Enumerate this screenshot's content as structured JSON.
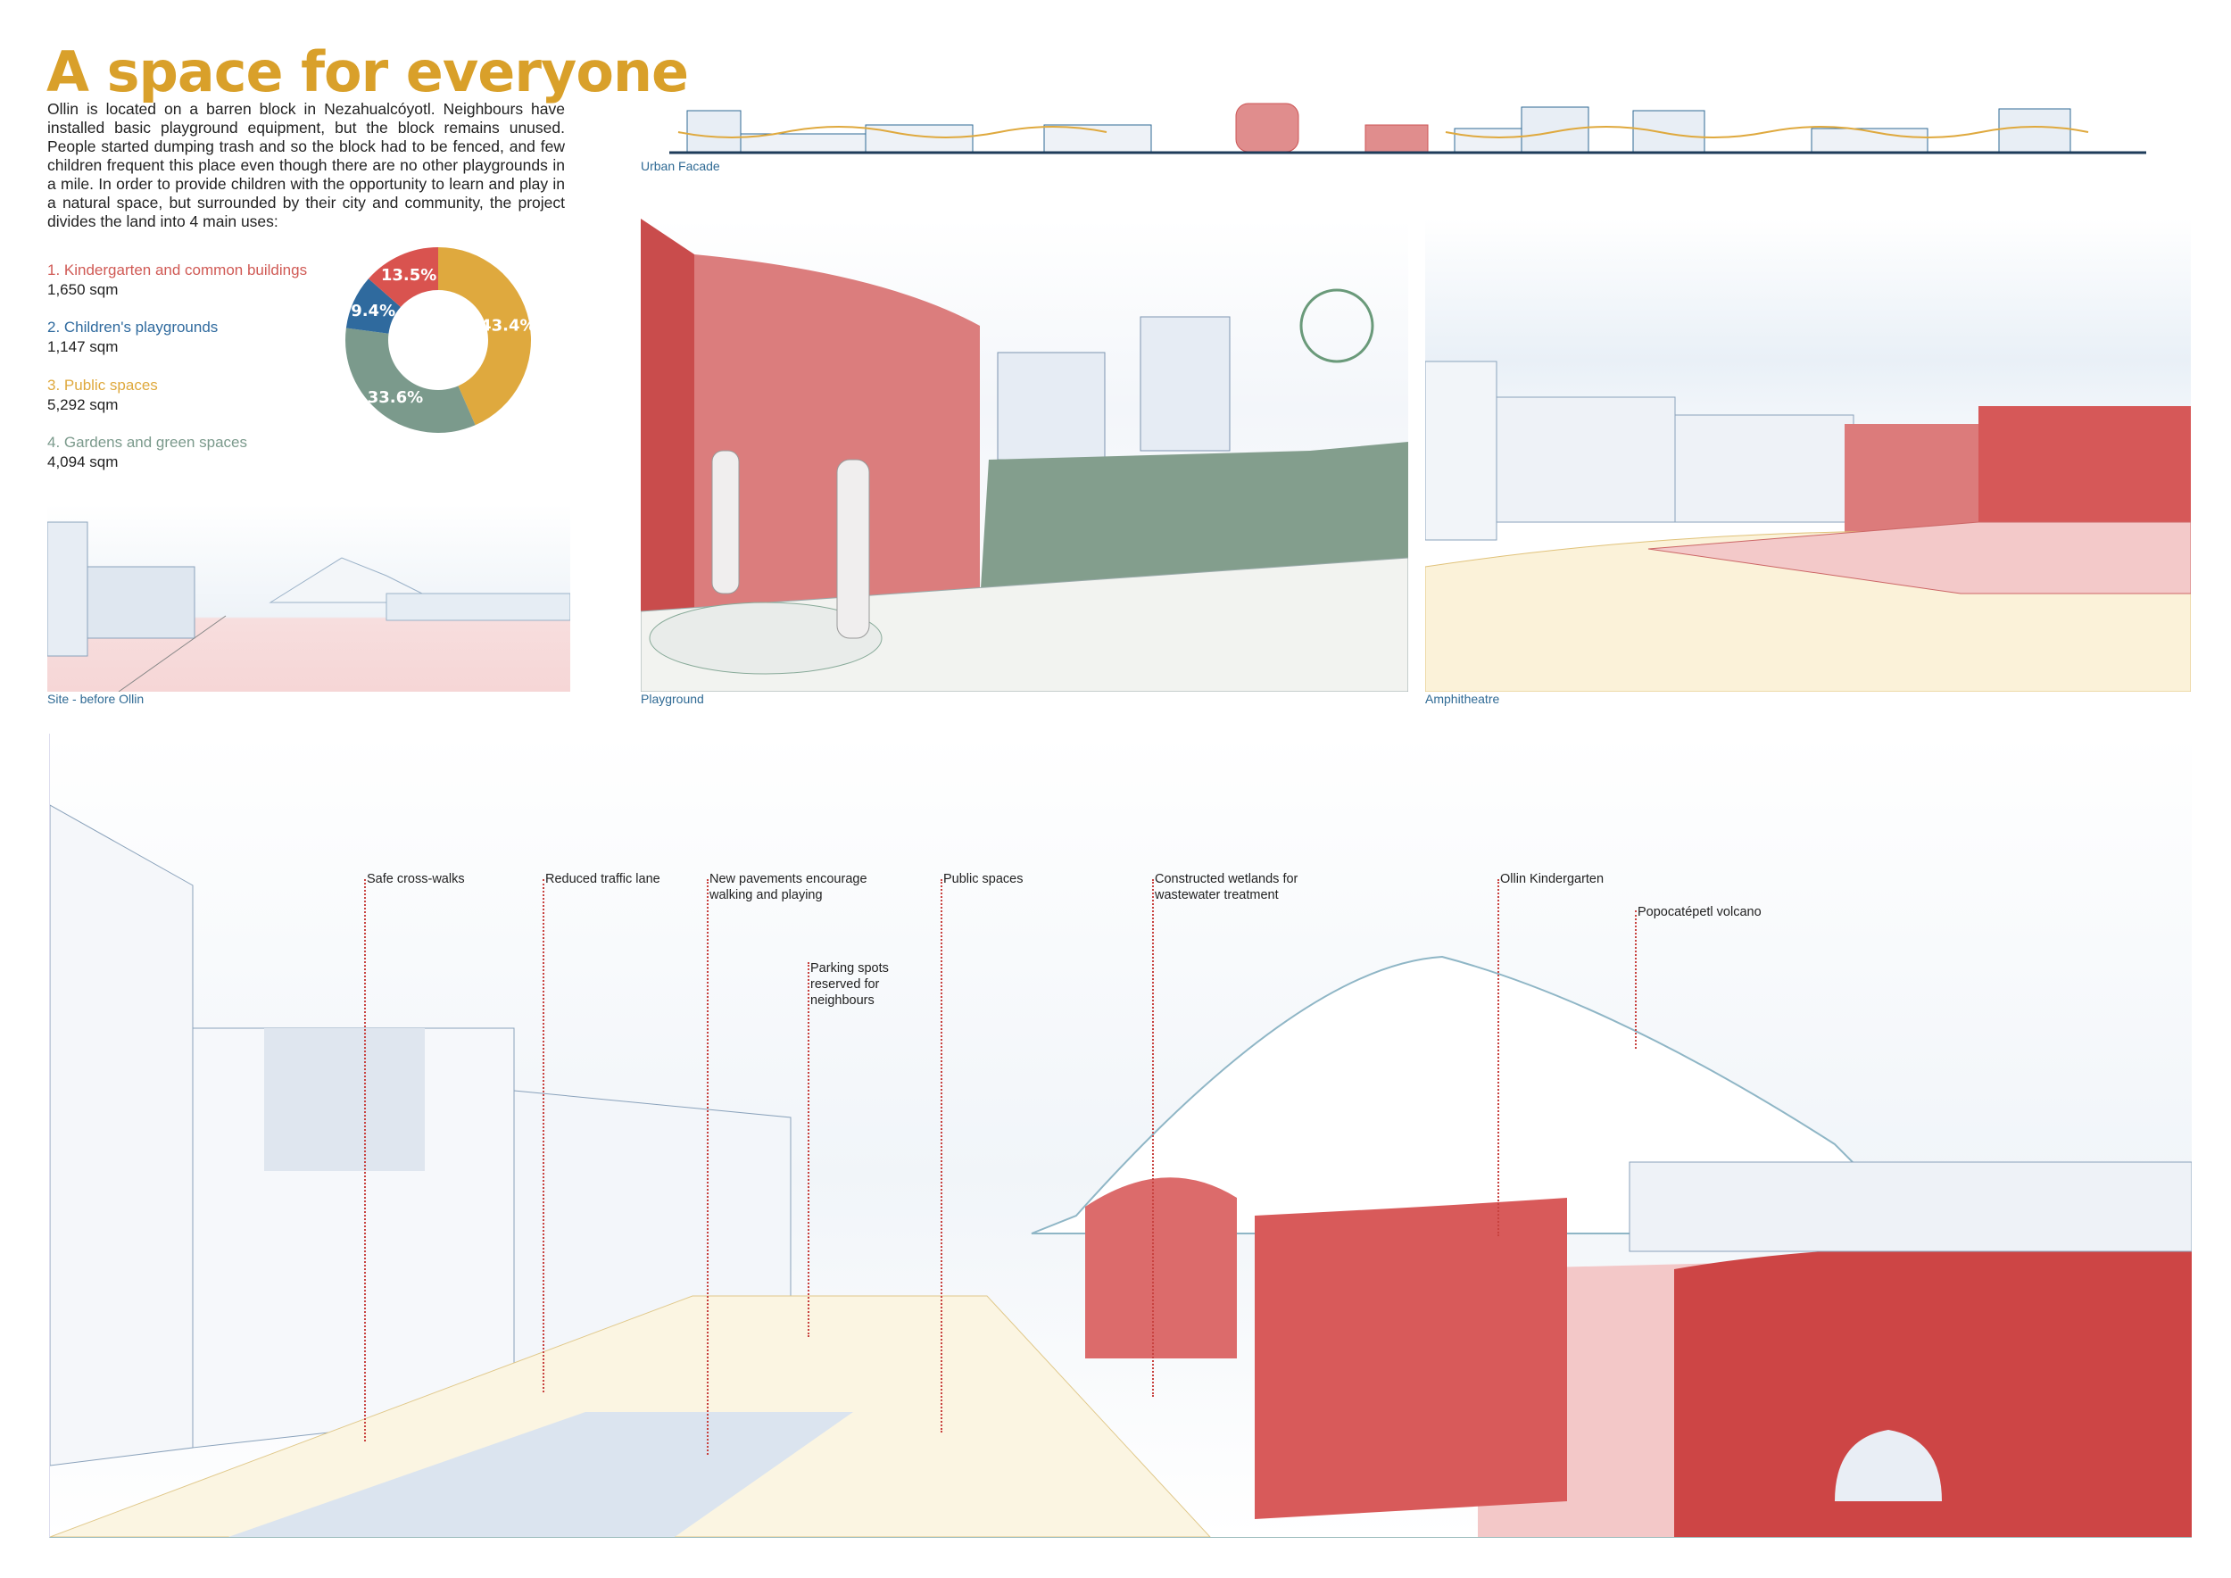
{
  "title": "A space for everyone",
  "intro": "Ollin is located on a barren block in Nezahualcóyotl. Neighbours have installed basic playground equipment, but the block remains unused. People started dumping trash and so the block had to be fenced, and few children frequent this place even though there are no other playgrounds in a mile. In order to provide children with the opportunity to learn and play in a natural space, but surrounded by their city and community, the project divides the land into 4 main uses:",
  "legend": [
    {
      "label": "1. Kindergarten and common buildings",
      "value": "1,650 sqm",
      "color": "#d9534f"
    },
    {
      "label": "2. Children's playgrounds",
      "value": "1,147 sqm",
      "color": "#2f6a9e"
    },
    {
      "label": "3. Public spaces",
      "value": "5,292 sqm",
      "color": "#dfa93e"
    },
    {
      "label": "4. Gardens and green spaces",
      "value": "4,094 sqm",
      "color": "#7b9a8c"
    }
  ],
  "chart_data": {
    "type": "pie",
    "subtype": "donut",
    "categories": [
      "Kindergarten and common buildings",
      "Children's playgrounds",
      "Public spaces",
      "Gardens and green spaces"
    ],
    "values": [
      13.5,
      9.4,
      43.4,
      33.6
    ],
    "labels": [
      "13.5%",
      "9.4%",
      "43.4%",
      "33.6%"
    ],
    "colors": [
      "#d9534f",
      "#2f6a9e",
      "#dfa93e",
      "#7b9a8c"
    ]
  },
  "captions": {
    "site": "Site - before Ollin",
    "facade": "Urban Facade",
    "playground": "Playground",
    "amphitheatre": "Amphitheatre"
  },
  "annotations": [
    {
      "text": "Safe cross-walks"
    },
    {
      "text": "Reduced traffic lane"
    },
    {
      "text": "New pavements encourage walking and playing"
    },
    {
      "text": "Parking spots reserved for neighbours"
    },
    {
      "text": "Public spaces"
    },
    {
      "text": "Constructed wetlands for wastewater treatment"
    },
    {
      "text": "Ollin Kindergarten"
    },
    {
      "text": "Popocatépetl volcano"
    }
  ]
}
